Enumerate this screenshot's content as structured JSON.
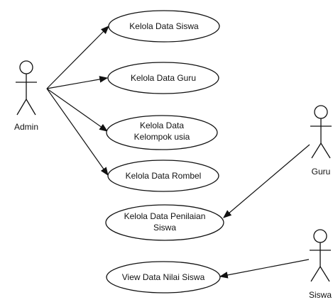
{
  "diagram": {
    "actors": {
      "admin": {
        "label": "Admin"
      },
      "guru": {
        "label": "Guru"
      },
      "siswa": {
        "label": "Siswa"
      }
    },
    "use_cases": [
      {
        "id": "kelola-data-siswa",
        "lines": [
          "Kelola Data Siswa"
        ]
      },
      {
        "id": "kelola-data-guru",
        "lines": [
          "Kelola Data Guru"
        ]
      },
      {
        "id": "kelola-data-kelompok-usia",
        "lines": [
          "Kelola Data",
          "Kelompok usia"
        ]
      },
      {
        "id": "kelola-data-rombel",
        "lines": [
          "Kelola Data Rombel"
        ]
      },
      {
        "id": "kelola-data-penilaian-siswa",
        "lines": [
          "Kelola Data Penilaian",
          "Siswa"
        ]
      },
      {
        "id": "view-data-nilai-siswa",
        "lines": [
          "View Data Nilai Siswa"
        ]
      }
    ],
    "colors": {
      "stroke": "#111111",
      "fill": "#ffffff",
      "text": "#111111"
    }
  }
}
